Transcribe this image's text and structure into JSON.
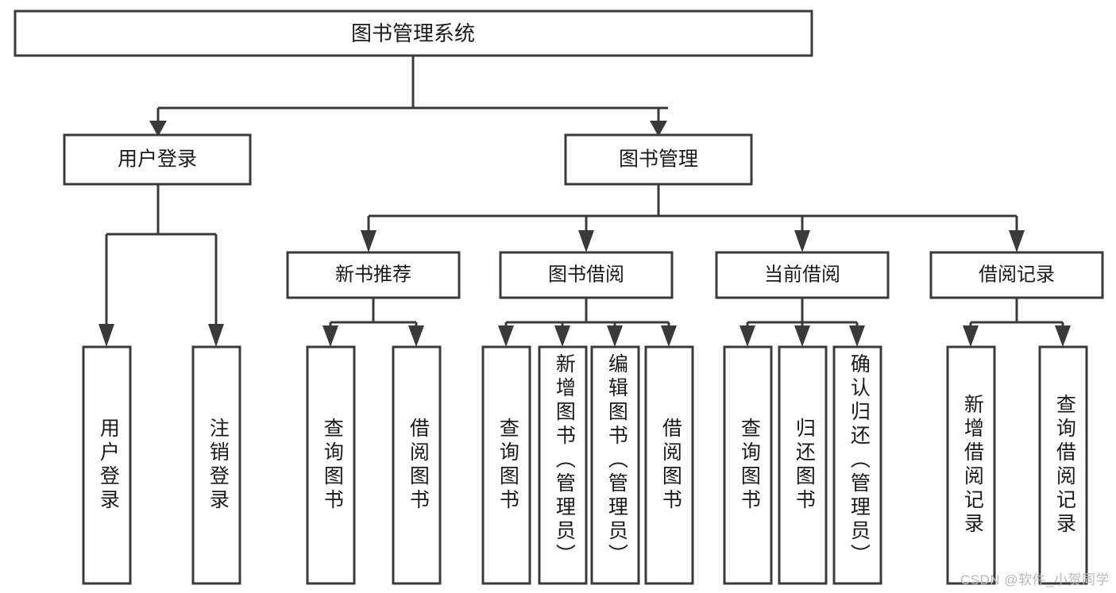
{
  "diagram": {
    "title": "图书管理系统",
    "type": "tree-hierarchy-chart",
    "watermark": "CSDN @软件_小贺同学",
    "colors": {
      "box_stroke": "#3a3a3a",
      "box_fill": "#ffffff",
      "text": "#1a1a1a",
      "background": "#ffffff",
      "watermark": "#b9b9b9"
    },
    "root": {
      "label": "图书管理系统"
    },
    "level1": [
      {
        "label": "用户登录"
      },
      {
        "label": "图书管理"
      }
    ],
    "level2": [
      {
        "label": "新书推荐"
      },
      {
        "label": "图书借阅"
      },
      {
        "label": "当前借阅"
      },
      {
        "label": "借阅记录"
      }
    ],
    "leaves": {
      "user_login": [
        {
          "label": "用户登录"
        },
        {
          "label": "注销登录"
        }
      ],
      "new_book_recommend": [
        {
          "label": "查询图书"
        },
        {
          "label": "借阅图书"
        }
      ],
      "book_borrow": [
        {
          "label": "查询图书"
        },
        {
          "label": "新增图书（管理员）"
        },
        {
          "label": "编辑图书（管理员）"
        },
        {
          "label": "借阅图书"
        }
      ],
      "current_borrow": [
        {
          "label": "查询图书"
        },
        {
          "label": "归还图书"
        },
        {
          "label": "确认归还（管理员）"
        }
      ],
      "borrow_record": [
        {
          "label": "新增借阅记录"
        },
        {
          "label": "查询借阅记录"
        }
      ]
    }
  }
}
